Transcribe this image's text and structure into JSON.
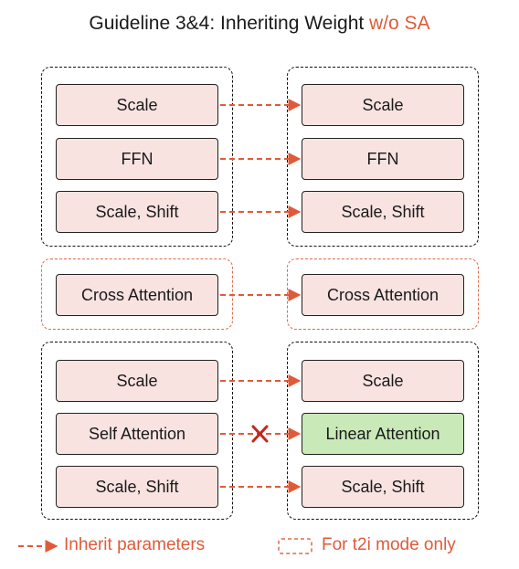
{
  "title_main": "Guideline 3&4: Inheriting Weight ",
  "title_accent": "w/o SA",
  "left_blocks": [
    "Scale",
    "FFN",
    "Scale, Shift",
    "Cross Attention",
    "Scale",
    "Self Attention",
    "Scale, Shift"
  ],
  "right_blocks": [
    "Scale",
    "FFN",
    "Scale, Shift",
    "Cross Attention",
    "Scale",
    "Linear Attention",
    "Scale, Shift"
  ],
  "legend": {
    "inherit_label": "Inherit parameters",
    "t2i_label": "For t2i mode only"
  },
  "colors": {
    "accent": "#e05a3a",
    "block_fill": "#f8e3e1",
    "linear_attention_fill": "#c9e9b8"
  }
}
